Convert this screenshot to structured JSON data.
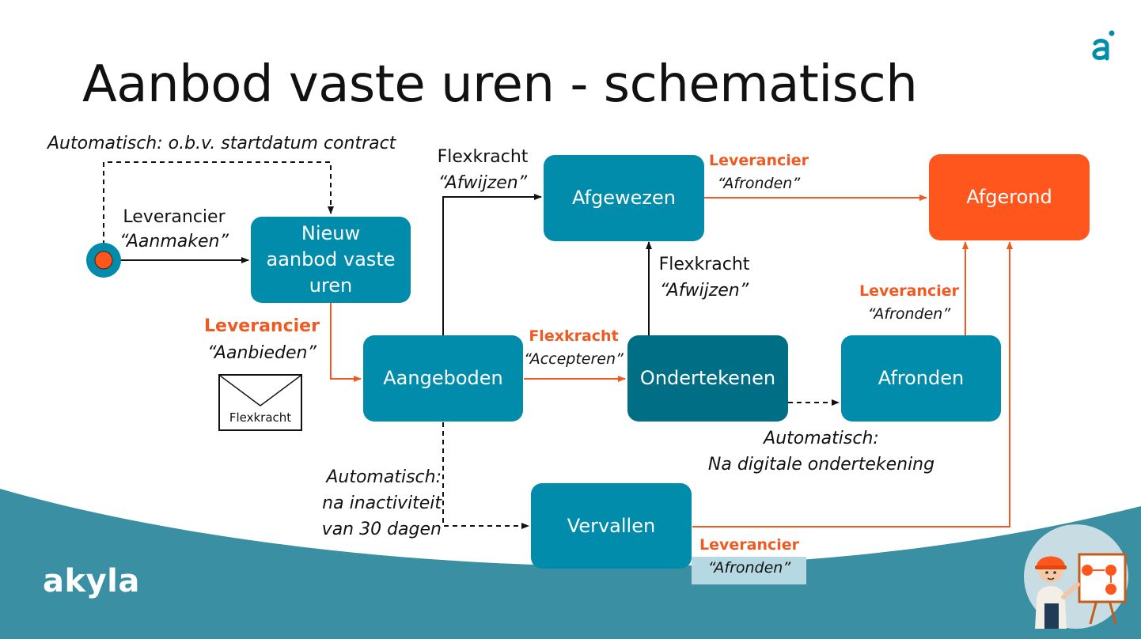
{
  "title": "Aanbod vaste uren - schematisch",
  "colors": {
    "node": "#008caa",
    "node_dark": "#006f86",
    "node_final": "#ff561e",
    "accent": "#f05a22",
    "wave": "#3a8fa3",
    "start_dot": "#ff561e"
  },
  "nodes": {
    "nieuw": "Nieuw aanbod vaste uren",
    "aangeboden": "Aangeboden",
    "afgewezen": "Afgewezen",
    "ondertekenen": "Ondertekenen",
    "afronden": "Afronden",
    "vervallen": "Vervallen",
    "afgerond": "Afgerond"
  },
  "labels": {
    "auto_start": "Automatisch: o.b.v. startdatum contract",
    "aanmaken_actor": "Leverancier",
    "aanmaken_action": "“Aanmaken”",
    "aanbieden_actor": "Leverancier",
    "aanbieden_action": "“Aanbieden”",
    "envelope": "Flexkracht",
    "afwijzen1_actor": "Flexkracht",
    "afwijzen1_action": "“Afwijzen”",
    "afronden_top_actor": "Leverancier",
    "afronden_top_action": "“Afronden”",
    "afwijzen2_actor": "Flexkracht",
    "afwijzen2_action": "“Afwijzen”",
    "accepteren_actor": "Flexkracht",
    "accepteren_action": "“Accepteren”",
    "afronden_mid_actor": "Leverancier",
    "afronden_mid_action": "“Afronden”",
    "auto_sign_1": "Automatisch:",
    "auto_sign_2": "Na digitale ondertekening",
    "auto_inact_1": "Automatisch:",
    "auto_inact_2": "na inactiviteit",
    "auto_inact_3": "van 30 dagen",
    "afronden_low_actor": "Leverancier",
    "afronden_low_action": "“Afronden”"
  },
  "brand": "akyla",
  "icons": [
    "akyla-a-logo-icon",
    "envelope-icon",
    "presenter-mascot-icon",
    "start-state-icon"
  ]
}
